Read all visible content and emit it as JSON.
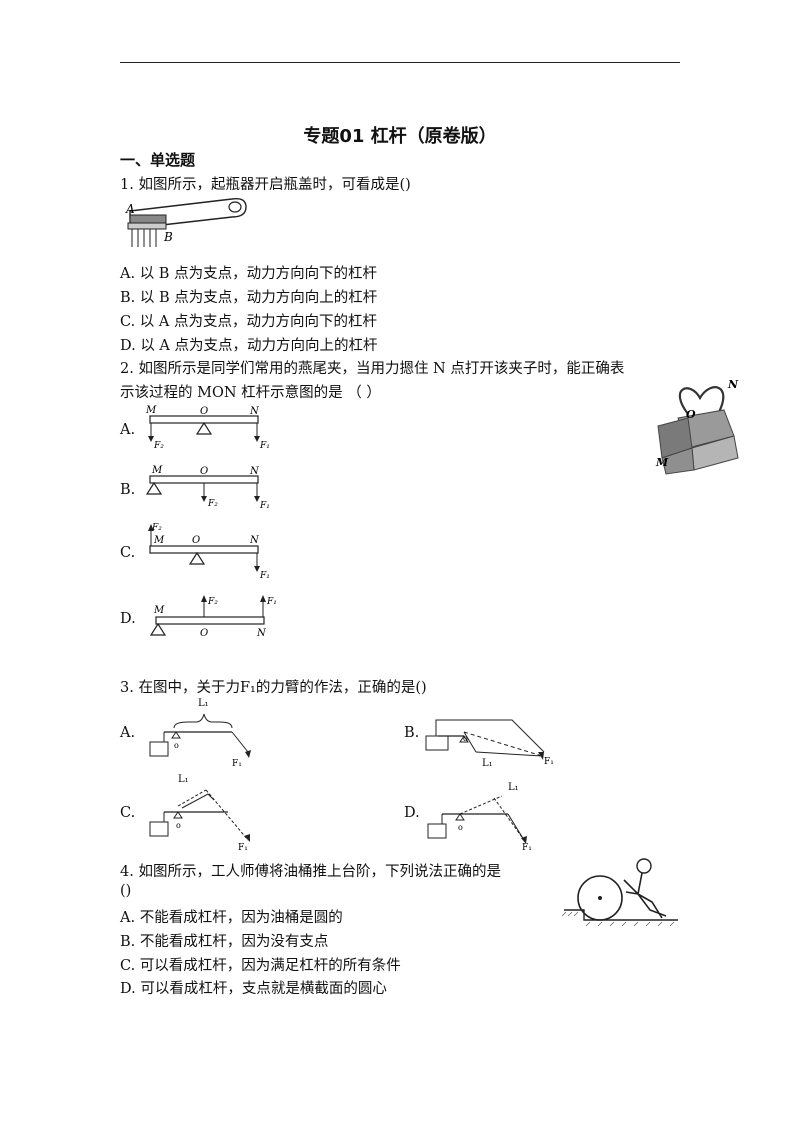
{
  "title": "专题01  杠杆（原卷版）",
  "section": "一、单选题",
  "q1": {
    "stem": "1. 如图所示，起瓶器开启瓶盖时，可看成是()",
    "fig_labels": {
      "a": "A",
      "b": "B"
    },
    "options": [
      "A. 以 B 点为支点，动力方向向下的杠杆",
      "B. 以 B 点为支点，动力方向向上的杠杆",
      "C. 以 A 点为支点，动力方向向下的杠杆",
      "D. 以 A 点为支点，动力方向向上的杠杆"
    ]
  },
  "q2": {
    "stem_line1": "2. 如图所示是同学们常用的燕尾夹，当用力摁住 N 点打开该夹子时，能正确表",
    "stem_line2": "示该过程的 MON 杠杆示意图的是 （    ）",
    "option_letters": [
      "A.",
      "B.",
      "C.",
      "D."
    ],
    "fig": {
      "m": "M",
      "o": "O",
      "n": "N",
      "f1": "F₁",
      "f2": "F₂"
    },
    "photo_labels": {
      "n": "N",
      "o": "O",
      "m": "M"
    }
  },
  "q3": {
    "stem": "3. 在图中，关于力F₁的力臂的作法，正确的是()",
    "option_letters": [
      "A.",
      "B.",
      "C.",
      "D."
    ],
    "fig": {
      "l1": "L₁",
      "o": "o",
      "f1": "F₁"
    }
  },
  "q4": {
    "stem_line1": "4. 如图所示，工人师傅将油桶推上台阶，下列说法正确的是",
    "stem_line2": "()",
    "options": [
      "A. 不能看成杠杆，因为油桶是圆的",
      "B. 不能看成杠杆，因为没有支点",
      "C. 可以看成杠杆，因为满足杠杆的所有条件",
      "D. 可以看成杠杆，支点就是横截面的圆心"
    ]
  }
}
